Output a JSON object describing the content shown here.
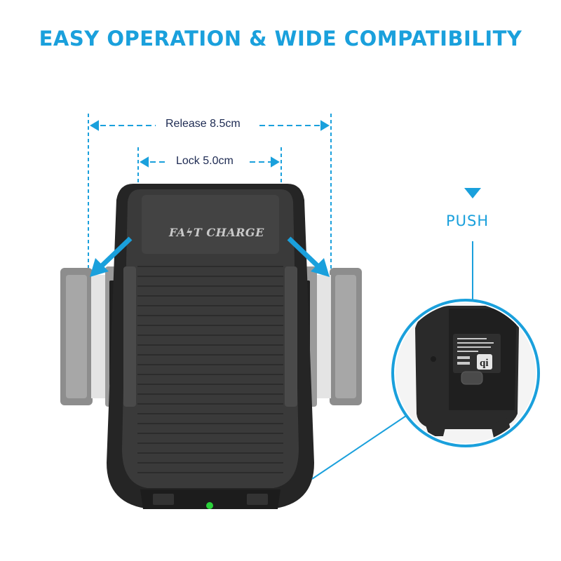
{
  "headline": "EASY OPERATION & WIDE COMPATIBILITY",
  "dimensions": {
    "release_label": "Release 8.5cm",
    "lock_label": "Lock 5.0cm"
  },
  "push_label": "PUSH",
  "device_brand": "FAϟT CHARGE",
  "colors": {
    "accent": "#1aa0dc",
    "dimension_text": "#1d2a52",
    "device_body": "#2b2b2b",
    "arm_grey": "#8d8d8d",
    "indicator_led": "#2ad13a"
  },
  "icons": {
    "push_indicator": "triangle-down",
    "qi_logo": "qi-wireless-logo"
  }
}
